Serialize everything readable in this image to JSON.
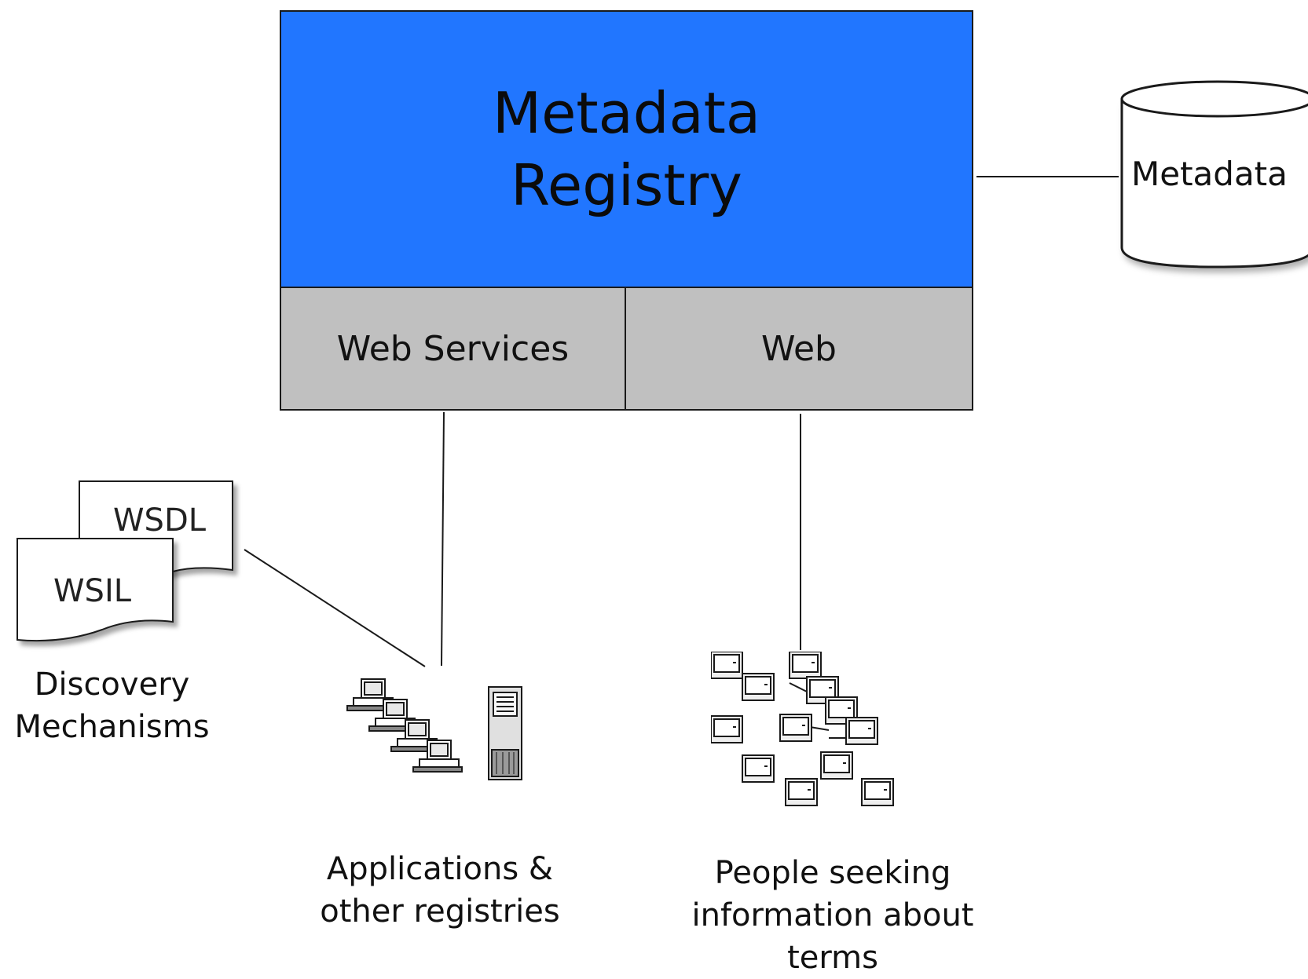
{
  "registry": {
    "line1": "Metadata",
    "line2": "Registry"
  },
  "interfaces": {
    "web_services": "Web Services",
    "web": "Web"
  },
  "database": {
    "label": "Metadata"
  },
  "documents": {
    "wsdl": "WSDL",
    "wsil": "WSIL"
  },
  "discovery": {
    "line1": "Discovery",
    "line2": "Mechanisms"
  },
  "applications": {
    "line1": "Applications &",
    "line2": "other registries"
  },
  "people": {
    "line1": "People seeking",
    "line2": "information about",
    "line3": "terms"
  },
  "colors": {
    "registry_fill": "#2176ff",
    "interface_fill": "#c0c0c0",
    "line": "#1a1a1a"
  },
  "icons": {
    "applications": "networked-computers-icon",
    "people": "network-nodes-icon",
    "database": "database-cylinder-icon"
  }
}
